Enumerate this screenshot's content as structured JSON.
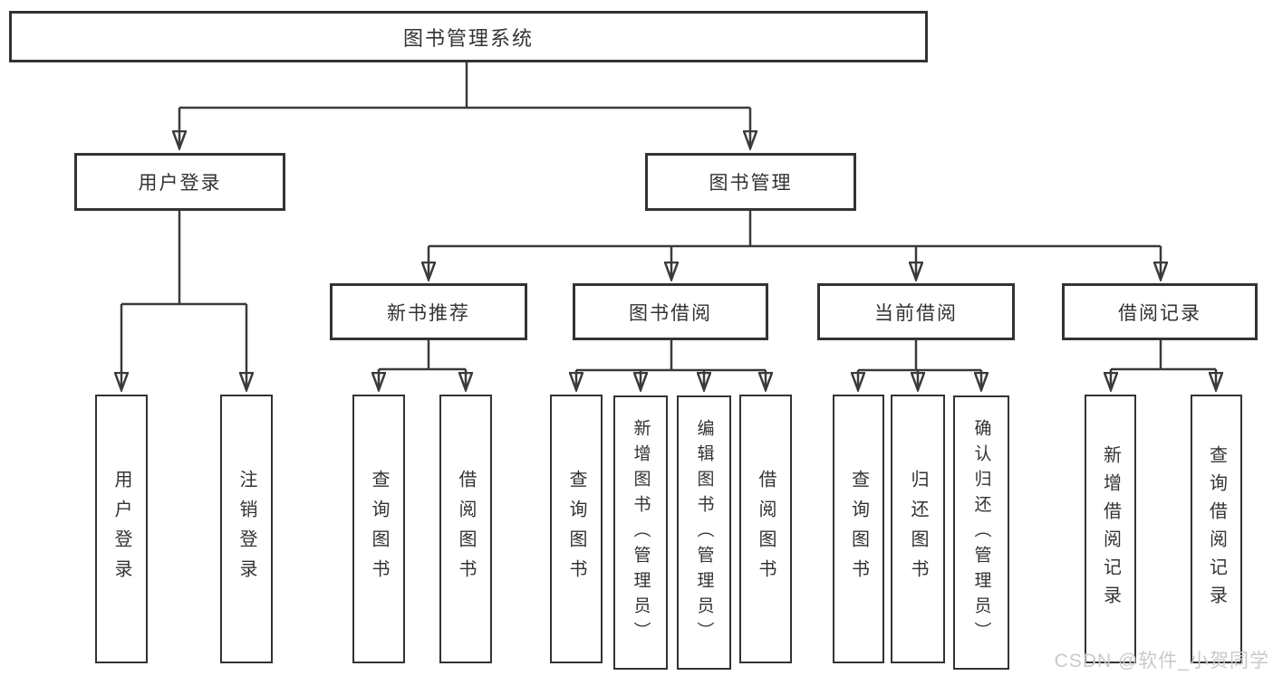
{
  "diagram": {
    "root_label": "图书管理系统",
    "branches": [
      {
        "label": "用户登录",
        "children": [
          "用户登录",
          "注销登录"
        ]
      },
      {
        "label": "图书管理",
        "groups": [
          {
            "label": "新书推荐",
            "children": [
              "查询图书",
              "借阅图书"
            ]
          },
          {
            "label": "图书借阅",
            "children": [
              "查询图书",
              "新增图书（管理员）",
              "编辑图书（管理员）",
              "借阅图书"
            ]
          },
          {
            "label": "当前借阅",
            "children": [
              "查询图书",
              "归还图书",
              "确认归还（管理员）"
            ]
          },
          {
            "label": "借阅记录",
            "children": [
              "新增借阅记录",
              "查询借阅记录"
            ]
          }
        ]
      }
    ]
  },
  "watermark": {
    "text": "CSDN @软件_小贺同学"
  },
  "colors": {
    "background": "#ffffff",
    "line": "#3a3a3a",
    "box_border": "#333333",
    "text": "#333333",
    "watermark": "#c9c9c9"
  }
}
